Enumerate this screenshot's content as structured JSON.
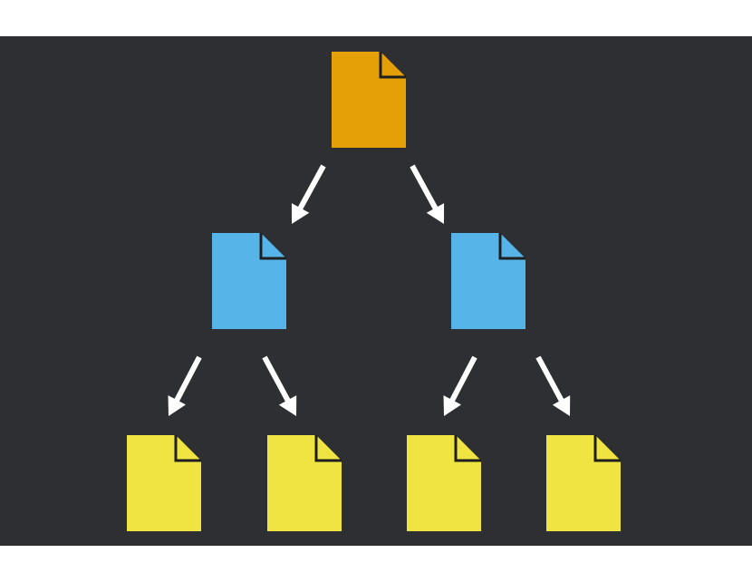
{
  "colors": {
    "page_background": "#ffffff",
    "panel_background": "#2e2f33",
    "arrow": "#ffffff",
    "level_root": "#e5a007",
    "level_middle": "#56b4e8",
    "level_leaf": "#f0e442",
    "fold_shadow": "#1f1f1f"
  },
  "diagram": {
    "kind": "document tree",
    "nodes": [
      {
        "id": "root",
        "level": 0,
        "icon": "document-icon"
      },
      {
        "id": "mid-left",
        "level": 1,
        "icon": "document-icon",
        "parent": "root"
      },
      {
        "id": "mid-right",
        "level": 1,
        "icon": "document-icon",
        "parent": "root"
      },
      {
        "id": "leaf-1",
        "level": 2,
        "icon": "document-icon",
        "parent": "mid-left"
      },
      {
        "id": "leaf-2",
        "level": 2,
        "icon": "document-icon",
        "parent": "mid-left"
      },
      {
        "id": "leaf-3",
        "level": 2,
        "icon": "document-icon",
        "parent": "mid-right"
      },
      {
        "id": "leaf-4",
        "level": 2,
        "icon": "document-icon",
        "parent": "mid-right"
      }
    ],
    "edges": [
      {
        "from": "root",
        "to": "mid-left"
      },
      {
        "from": "root",
        "to": "mid-right"
      },
      {
        "from": "mid-left",
        "to": "leaf-1"
      },
      {
        "from": "mid-left",
        "to": "leaf-2"
      },
      {
        "from": "mid-right",
        "to": "leaf-3"
      },
      {
        "from": "mid-right",
        "to": "leaf-4"
      }
    ]
  }
}
